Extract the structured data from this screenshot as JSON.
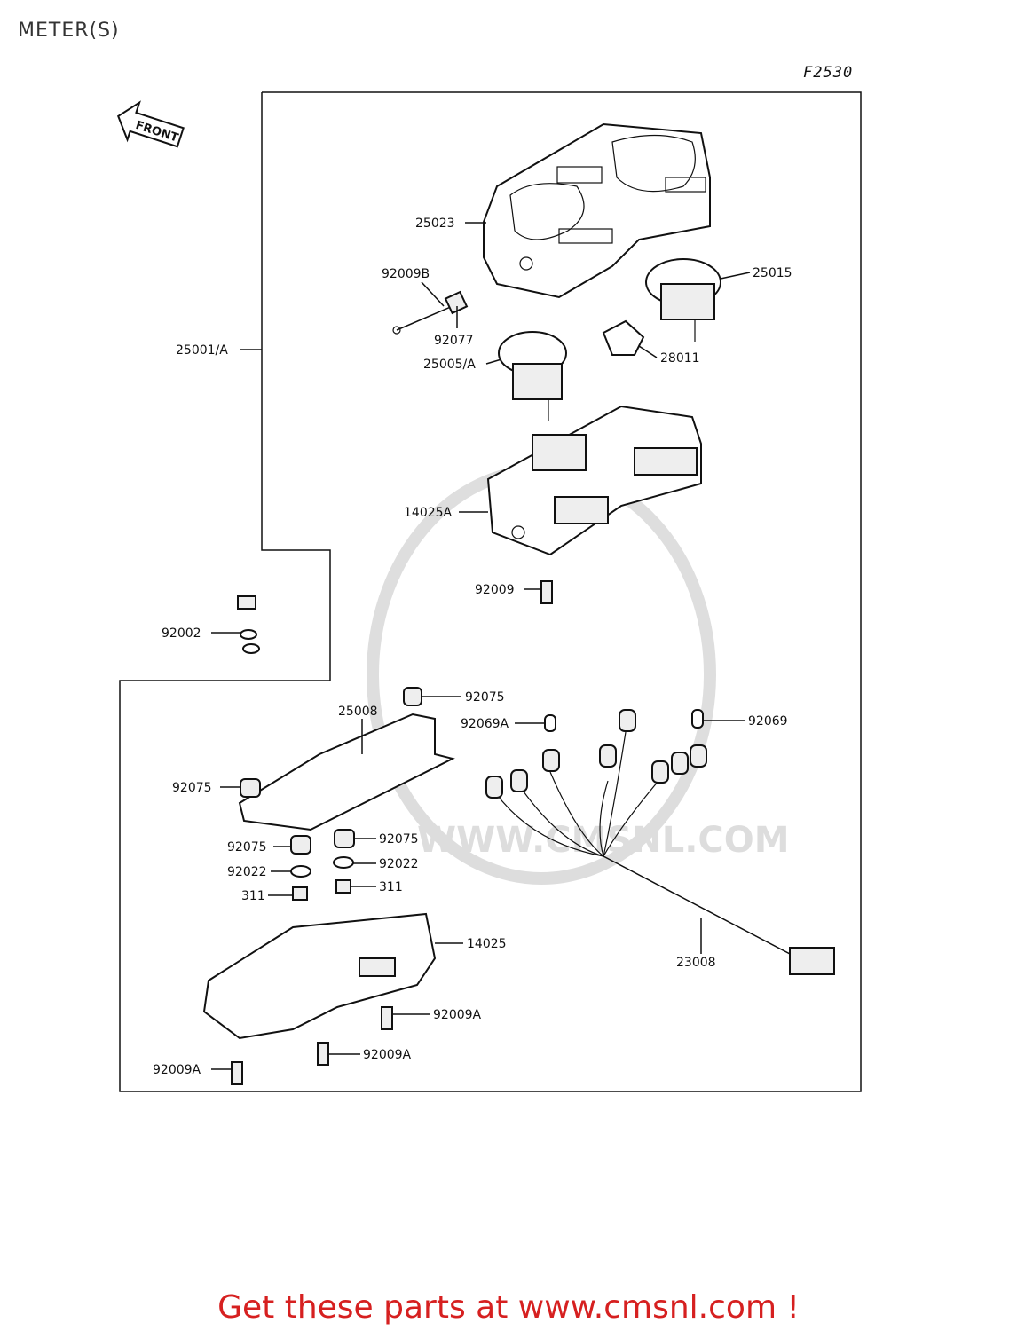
{
  "page": {
    "title": "METER(S)",
    "diagram_code": "F2530",
    "front_label": "FRONT",
    "watermark": "WWW.CMSNL.COM",
    "promo": "Get these parts at www.cmsnl.com !"
  },
  "labels": {
    "l25023": "25023",
    "l92009B": "92009B",
    "l25015": "25015",
    "l92077": "92077",
    "l25001A": "25001/A",
    "l25005A": "25005/A",
    "l28011": "28011",
    "l14025A": "14025A",
    "l92009": "92009",
    "l92002": "92002",
    "l92075a": "92075",
    "l25008": "25008",
    "l92069A": "92069A",
    "l92069": "92069",
    "l92075b": "92075",
    "l92075c": "92075",
    "l92075d": "92075",
    "l92022a": "92022",
    "l92022b": "92022",
    "l311a": "311",
    "l311b": "311",
    "l14025": "14025",
    "l23008": "23008",
    "l92009Aa": "92009A",
    "l92009Ab": "92009A",
    "l92009Ac": "92009A"
  }
}
